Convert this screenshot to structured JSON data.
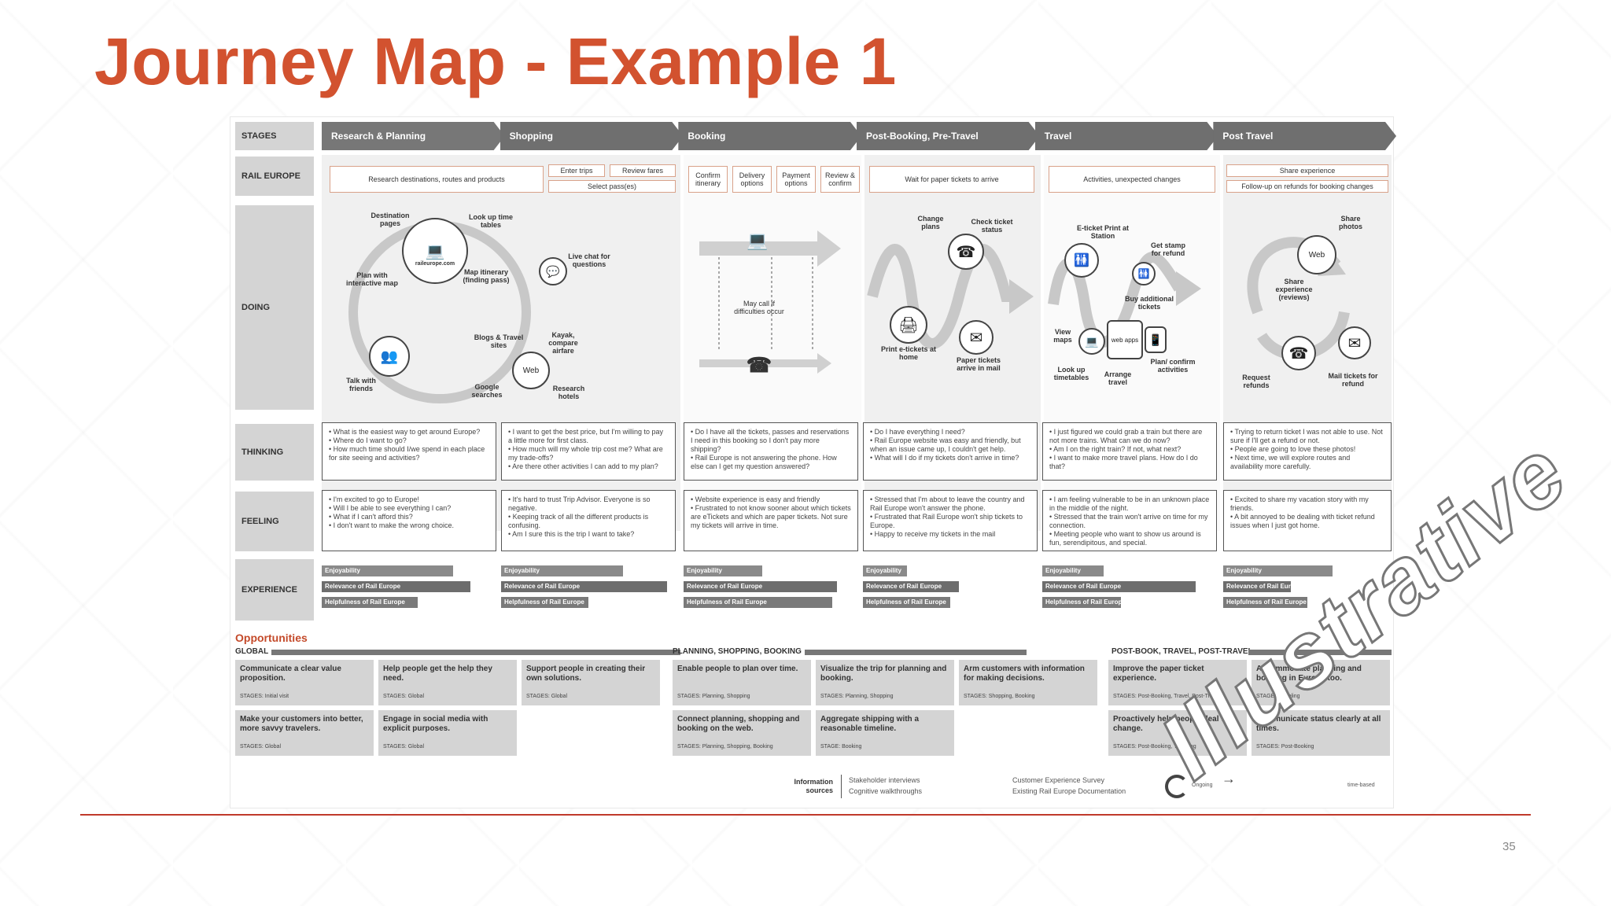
{
  "title": "Journey Map - Example 1",
  "row_labels": {
    "stages": "STAGES",
    "rail_europe": "RAIL EUROPE",
    "doing": "DOING",
    "thinking": "THINKING",
    "feeling": "FEELING",
    "experience": "EXPERIENCE"
  },
  "stages": [
    "Research & Planning",
    "Shopping",
    "Booking",
    "Post-Booking, Pre-Travel",
    "Travel",
    "Post Travel"
  ],
  "rail_europe": {
    "research": "Research destinations, routes and products",
    "shopping": [
      "Enter trips",
      "Review fares",
      "Select pass(es)"
    ],
    "booking": [
      "Confirm itinerary",
      "Delivery options",
      "Payment options",
      "Review & confirm"
    ],
    "postbooking": "Wait for paper tickets to arrive",
    "travel": "Activities, unexpected changes",
    "posttravel": [
      "Share experience",
      "Follow-up on refunds for booking changes"
    ]
  },
  "doing": {
    "research": [
      "Destination pages",
      "Look up time tables",
      "Plan with interactive map",
      "Map itinerary (finding pass)",
      "Live chat for questions",
      "Talk with friends",
      "Blogs & Travel sites",
      "Kayak, compare airfare",
      "Google searches",
      "Research hotels",
      "raileurope.com",
      "Web"
    ],
    "booking": [
      "May call if difficulties occur"
    ],
    "postbooking": [
      "Change plans",
      "Check ticket status",
      "Print e-tickets at home",
      "Paper tickets arrive in mail"
    ],
    "travel": [
      "E-ticket Print at Station",
      "Get stamp for refund",
      "Buy additional tickets",
      "View maps",
      "Look up timetables",
      "Arrange travel",
      "Plan/ confirm activities",
      "web apps"
    ],
    "posttravel": [
      "Share photos",
      "Share experience (reviews)",
      "Request refunds",
      "Mail tickets for refund",
      "Web"
    ]
  },
  "thinking": [
    "• What is the easiest way to get around Europe?\n• Where do I want to go?\n• How much time should I/we spend in each place for site seeing and activities?",
    "• I want to get the best price, but I'm willing to pay a little more for first class.\n• How much will my whole trip cost me? What are my trade-offs?\n• Are there other activities I can add to my plan?",
    "• Do I have all the tickets, passes and reservations I need in this booking so I don't pay more shipping?\n• Rail Europe is not answering the phone. How else can I get my question answered?",
    "• Do I have everything I need?\n• Rail Europe website was easy and friendly, but when an issue came up, I couldn't get help.\n• What will I do if my tickets don't arrive in time?",
    "• I just figured we could grab a train but there are not more trains. What can we do now?\n• Am I on the right train? If not, what next?\n• I want to make more travel plans. How do I do that?",
    "• Trying to return ticket I was not able to use. Not sure if I'll get a refund or not.\n• People are going to love these photos!\n• Next time, we will explore routes and availability more carefully."
  ],
  "feeling": [
    "• I'm excited to go to Europe!\n• Will I be able to see everything I can?\n• What if I can't afford this?\n• I don't want to make the wrong choice.",
    "• It's hard to trust Trip Advisor. Everyone is so negative.\n• Keeping track of all the different products is confusing.\n• Am I sure this is the trip I want to take?",
    "• Website experience is easy and friendly\n• Frustrated to not know sooner about which tickets are eTickets and which are paper tickets. Not sure my tickets will arrive in time.",
    "• Stressed that I'm about to leave the country and Rail Europe won't answer the phone.\n• Frustrated that Rail Europe won't ship tickets to Europe.\n• Happy to receive my tickets in the mail",
    "• I am feeling vulnerable to be in an unknown place in the middle of the night.\n• Stressed that the train won't arrive on time for my connection.\n• Meeting people who want to show us around is fun, serendipitous, and special.",
    "• Excited to share my vacation story with my friends.\n• A bit annoyed to be dealing with ticket refund issues when I just got home."
  ],
  "experience_labels": [
    "Enjoyability",
    "Relevance of Rail Europe",
    "Helpfulness of Rail Europe"
  ],
  "experience_levels": [
    [
      0.75,
      0.85,
      0.55
    ],
    [
      0.7,
      0.95,
      0.5
    ],
    [
      0.45,
      0.88,
      0.85
    ],
    [
      0.25,
      0.55,
      0.5
    ],
    [
      0.35,
      0.88,
      0.45
    ],
    [
      0.65,
      0.4,
      0.5
    ]
  ],
  "opportunities": {
    "title": "Opportunities",
    "sections": [
      "GLOBAL",
      "PLANNING, SHOPPING, BOOKING",
      "POST-BOOK, TRAVEL, POST-TRAVEL"
    ],
    "cards": [
      {
        "text": "Communicate a clear value proposition.",
        "stage": "STAGES: Initial visit"
      },
      {
        "text": "Help people get the help they need.",
        "stage": "STAGES: Global"
      },
      {
        "text": "Support people in creating their own solutions.",
        "stage": "STAGES: Global"
      },
      {
        "text": "Make your customers into better, more savvy travelers.",
        "stage": "STAGES: Global"
      },
      {
        "text": "Engage in social media with explicit purposes.",
        "stage": "STAGES: Global"
      },
      {
        "text": "Enable people to plan over time.",
        "stage": "STAGES: Planning, Shopping"
      },
      {
        "text": "Visualize the trip for planning and booking.",
        "stage": "STAGES: Planning, Shopping"
      },
      {
        "text": "Arm customers with information for making decisions.",
        "stage": "STAGES: Shopping, Booking"
      },
      {
        "text": "Connect planning, shopping and booking on the web.",
        "stage": "STAGES: Planning, Shopping, Booking"
      },
      {
        "text": "Aggregate shipping with a reasonable timeline.",
        "stage": "STAGE: Booking"
      },
      {
        "text": "Improve the paper ticket experience.",
        "stage": "STAGES: Post-Booking, Travel, Post-Travel"
      },
      {
        "text": "Accommodate planning and booking in Europe too.",
        "stage": "STAGE: Traveling"
      },
      {
        "text": "Proactively help people deal with change.",
        "stage": "STAGES: Post-Booking, Traveling"
      },
      {
        "text": "Communicate status clearly at all times.",
        "stage": "STAGES: Post-Booking"
      }
    ]
  },
  "sources": {
    "label": "Information sources",
    "col1": [
      "Stakeholder interviews",
      "Cognitive walkthroughs"
    ],
    "col2": [
      "Customer Experience Survey",
      "Existing Rail Europe Documentation"
    ],
    "col3": [
      "Ongoing",
      "time-based"
    ]
  },
  "watermark": "Illustrative",
  "page_number": "35",
  "colors": {
    "title": "#d2522f",
    "stage_bar": "#6f6f6f",
    "experience_bar": "#777777",
    "rule": "#c0392b"
  }
}
